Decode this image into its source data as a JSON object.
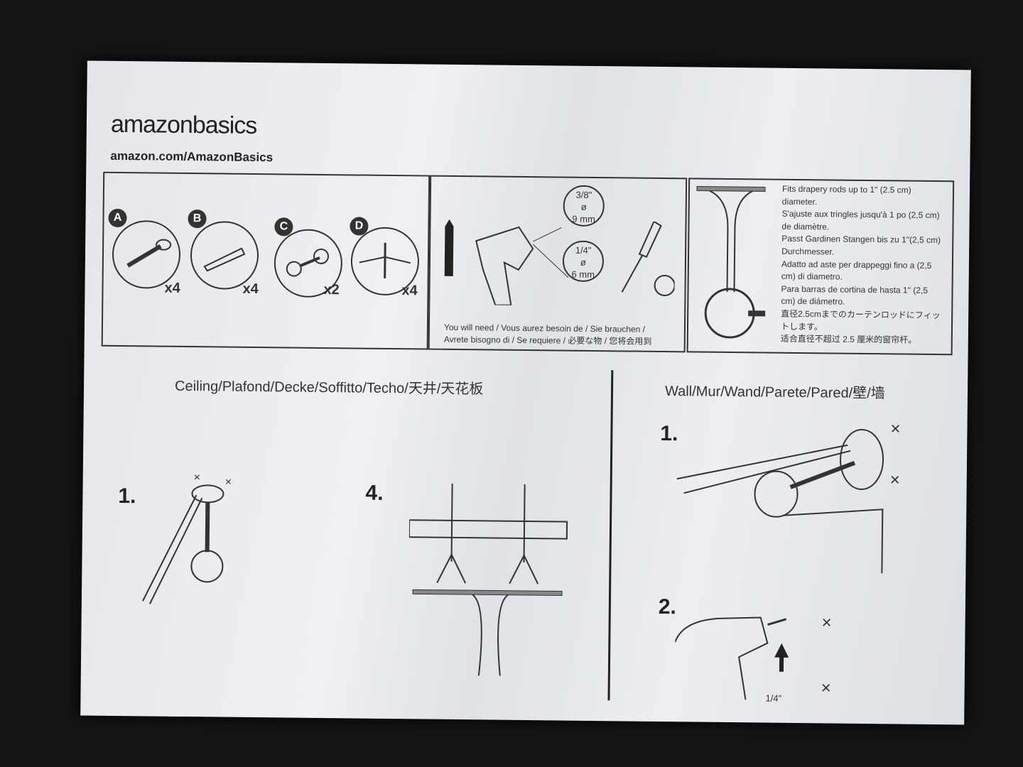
{
  "brand": {
    "logo_text": "amazonbasics",
    "url": "amazon.com/AmazonBasics"
  },
  "parts": [
    {
      "letter": "A",
      "qty": "x4"
    },
    {
      "letter": "B",
      "qty": "x4"
    },
    {
      "letter": "C",
      "qty": "x2"
    },
    {
      "letter": "D",
      "qty": "x4"
    }
  ],
  "tools": {
    "bit1": {
      "inch": "3/8\"",
      "sym": "ø",
      "mm": "9 mm"
    },
    "bit2": {
      "inch": "1/4\"",
      "sym": "ø",
      "mm": "6 mm"
    },
    "need_line1": "You will need / Vous aurez besoin de / Sie brauchen /",
    "need_line2": "Avrete bisogno di / Se requiere / 必要な物 / 您将会用到"
  },
  "fits": [
    "Fits drapery rods up to 1\" (2.5 cm) diameter.",
    "S'ajuste aux tringles jusqu'à 1 po (2,5 cm) de diamètre.",
    "Passt Gardinen Stangen bis zu 1\"(2,5 cm) Durchmesser.",
    "Adatto ad aste per drappeggi fino a (2,5 cm) di diametro.",
    "Para barras de cortina de hasta 1\" (2,5 cm) de diámetro.",
    "直径2.5cmまでのカーテンロッドにフィットします。",
    "适合直径不超过 2.5 厘米的窗帘杆。"
  ],
  "ceiling": {
    "title": "Ceiling/Plafond/Decke/Soffitto/Techo/天井/天花板",
    "steps": [
      "1.",
      "4."
    ]
  },
  "wall": {
    "title": "Wall/Mur/Wand/Parete/Pared/壁/墙",
    "steps": [
      "1.",
      "2."
    ],
    "drill_label": "1/4\""
  }
}
